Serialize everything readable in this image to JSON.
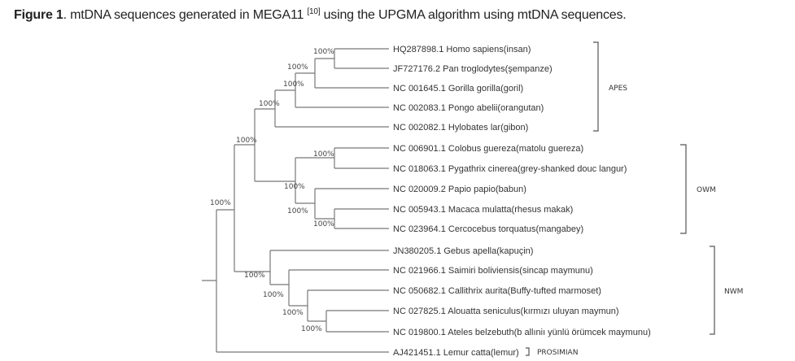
{
  "caption": {
    "label": "Figure 1",
    "text_a": ". mtDNA sequences generated in MEGA11 ",
    "ref": "[10]",
    "text_b": " using the UPGMA algorithm using mtDNA sequences."
  },
  "tree": {
    "leaves": [
      "HQ287898.1 Homo sapiens(insan)",
      "JF727176.2 Pan troglodytes(şempanze)",
      "NC 001645.1 Gorilla gorilla(goril)",
      "NC 002083.1 Pongo abelii(orangutan)",
      "NC 002082.1 Hylobates lar(gibon)",
      "NC 006901.1 Colobus guereza(matolu guereza)",
      "NC 018063.1 Pygathrix cinerea(grey-shanked douc langur)",
      "NC 020009.2 Papio papio(babun)",
      "NC 005943.1 Macaca mulatta(rhesus makak)",
      "NC 023964.1 Cercocebus torquatus(mangabey)",
      "JN380205.1 Gebus apella(kapuçin)",
      "NC 021966.1 Saimiri boliviensis(sincap maymunu)",
      "NC 050682.1 Callithrix aurita(Buffy-tufted marmoset)",
      "NC 027825.1 Alouatta seniculus(kırmızı uluyan maymun)",
      "NC 019800.1 Ateles belzebuth(b allıniı yünlü örümcek maymunu)",
      "AJ421451.1 Lemur catta(lemur)"
    ],
    "support": [
      "100%",
      "100%",
      "100%",
      "100%",
      "100%",
      "100%",
      "100%",
      "100%",
      "100%",
      "100%",
      "100%",
      "100%",
      "100%",
      "100%"
    ],
    "groups": [
      "APES",
      "OWM",
      "NWM",
      "PROSIMIAN"
    ]
  }
}
